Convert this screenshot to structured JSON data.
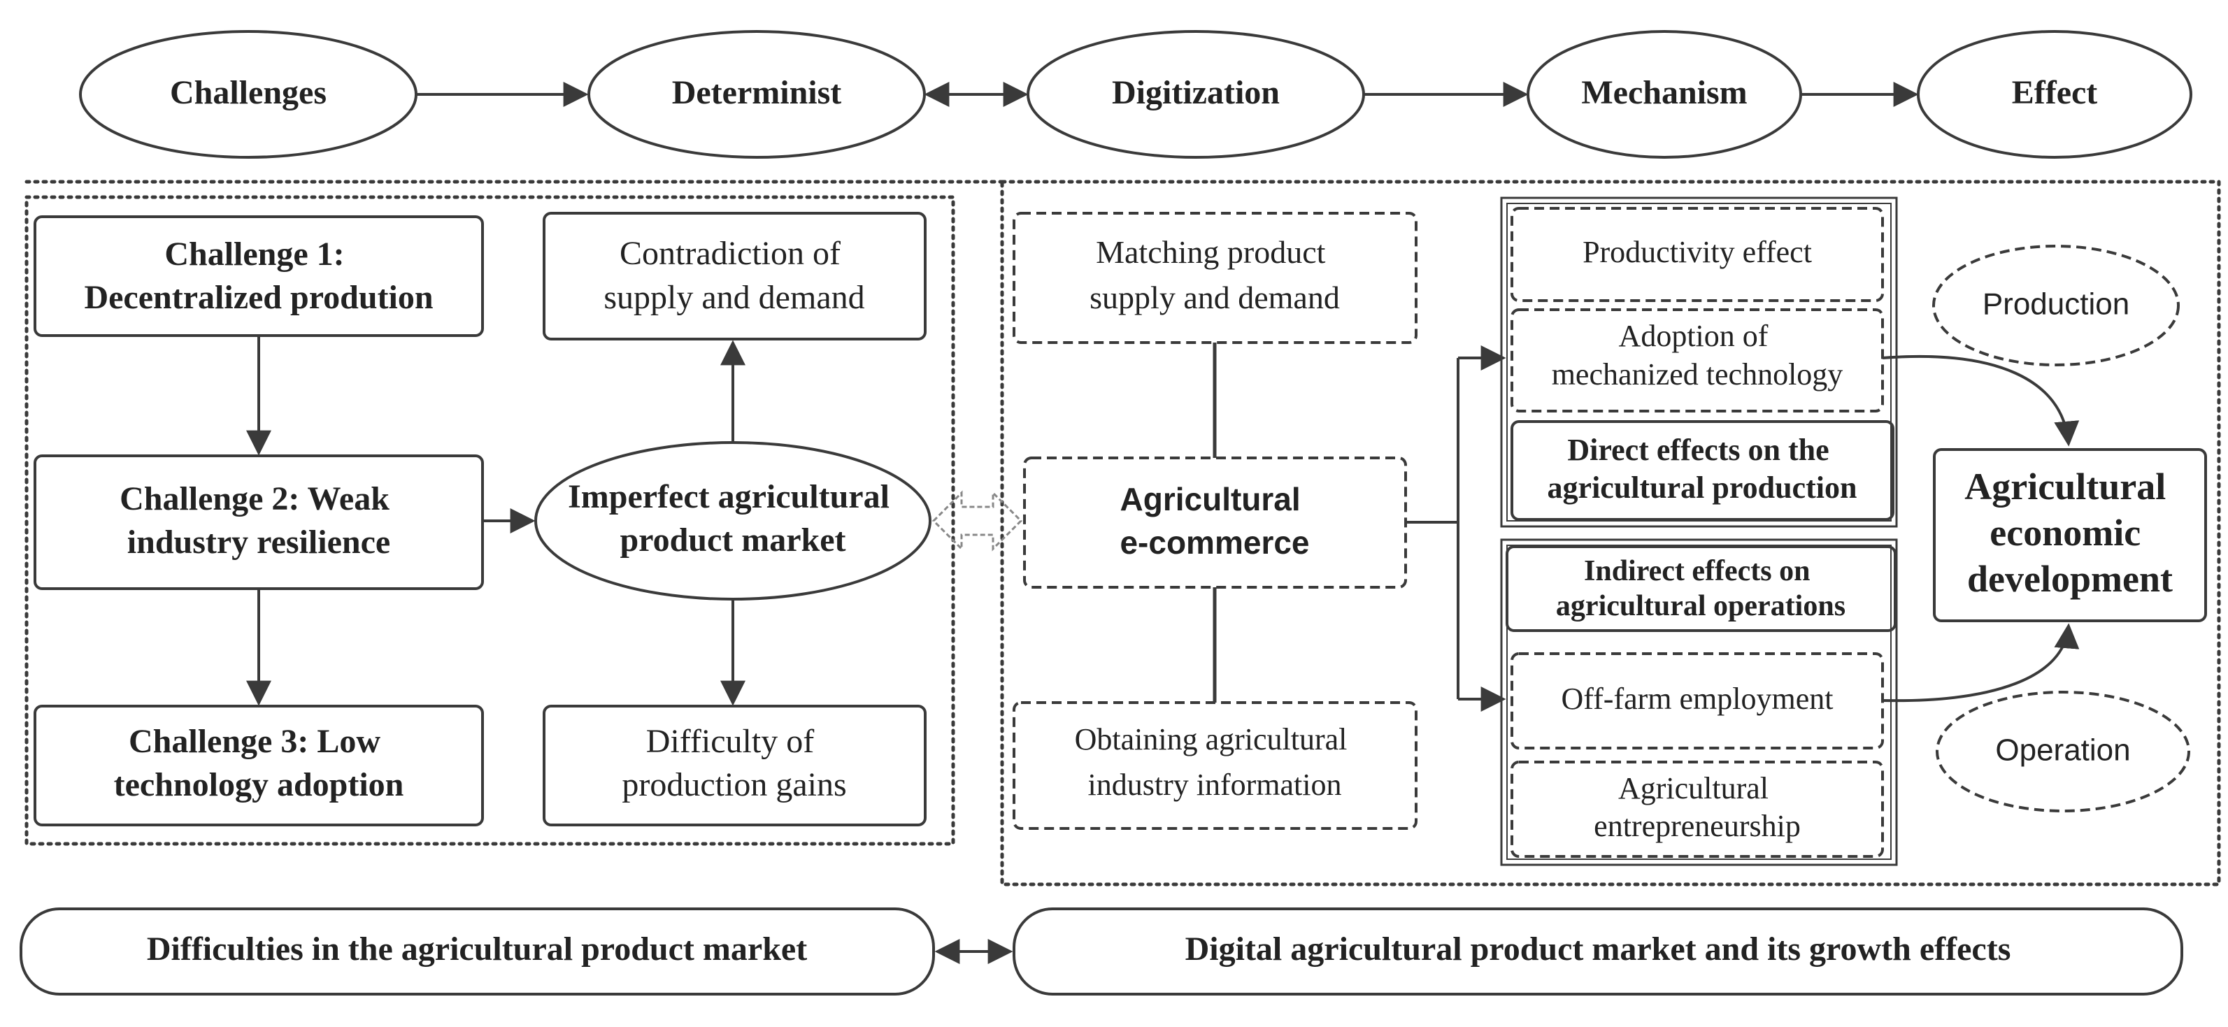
{
  "top_flow": {
    "challenges": "Challenges",
    "determinist": "Determinist",
    "digitization": "Digitization",
    "mechanism": "Mechanism",
    "effect": "Effect"
  },
  "left_panel": {
    "challenge1": [
      "Challenge 1:",
      "Decentralized prodution"
    ],
    "challenge2": [
      "Challenge 2: Weak",
      "industry resilience"
    ],
    "challenge3": [
      "Challenge 3: Low",
      "technology adoption"
    ],
    "contradiction": [
      "Contradiction of",
      "supply and demand"
    ],
    "imperfect_market": [
      "Imperfect agricultural",
      "product market"
    ],
    "difficulty": [
      "Difficulty of",
      "production gains"
    ]
  },
  "right_panel": {
    "matching": [
      "Matching product",
      "supply and demand"
    ],
    "ecommerce": [
      "Agricultural",
      "e-commerce"
    ],
    "obtaining": [
      "Obtaining agricultural",
      "industry information"
    ],
    "productivity_effect": "Productivity effect",
    "mechanized": [
      "Adoption of",
      "mechanized technology"
    ],
    "direct_effects": [
      "Direct effects on the",
      "agricultural production"
    ],
    "indirect_effects": [
      "Indirect effects on",
      "agricultural operations"
    ],
    "off_farm": "Off-farm employment",
    "entrepreneurship": [
      "Agricultural",
      "entrepreneurship"
    ],
    "production": "Production",
    "operation": "Operation",
    "development": [
      "Agricultural",
      "economic",
      "development"
    ]
  },
  "bottom": {
    "left_label": "Difficulties in the agricultural product market",
    "right_label": "Digital agricultural product market and its growth effects"
  },
  "colors": {
    "stroke": "#3a3a3a",
    "text": "#222222",
    "background": "#ffffff"
  }
}
